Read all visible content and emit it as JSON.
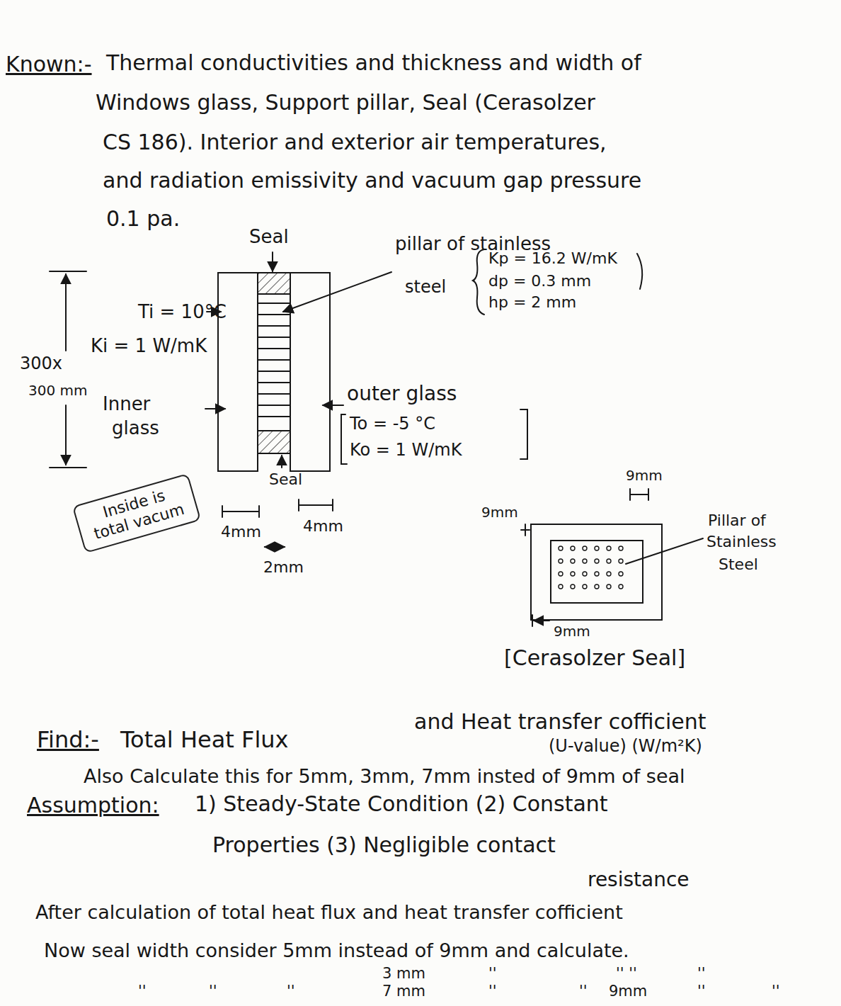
{
  "diagram": {
    "nodes": [
      {
        "text": [
          "Inside is total vacum"
        ]
      }
    ],
    "labels": [
      "Known:-",
      "Thermal conductivities and thickness and width of",
      "Windows glass, Support pillar, Seal (Cerasolzer",
      "CS 186). Interior and exterior air temperatures,",
      "and radiation emissivity and vacuum gap pressure",
      "0.1 pa.",
      "Seal",
      "Ti = 10°C",
      "Ki = 1 W/mK",
      "300x",
      "300 mm",
      "Inner",
      "glass",
      "pillar of stainless",
      "steel",
      "Kp = 16.2 W/mK",
      "dp = 0.3 mm",
      "hp = 2 mm",
      "outer glass",
      "To = -5 °C",
      "Ko = 1 W/mK",
      "Seal",
      "4mm",
      "4mm",
      "2mm",
      "9mm",
      "9mm",
      "9mm",
      "Pillar of",
      "Stainless",
      "Steel",
      "[Cerasolzer Seal]",
      "Find:-",
      "Total Heat Flux",
      "and Heat transfer cofficient",
      "(U-value) (W/m²K)",
      "Also Calculate this for 5mm, 3mm, 7mm insted of 9mm of seal",
      "Assumption:",
      "1) Steady-State Condition (2) Constant",
      "Properties (3) Negligible contact",
      "resistance",
      "After calculation of total heat flux and heat transfer cofficient",
      "Now seal width consider 5mm instead of 9mm and calculate.",
      "3 mm",
      "''",
      "'' ''",
      "''",
      "''",
      "''",
      "''",
      "7 mm",
      "''",
      "''",
      "9mm",
      "''",
      "''"
    ]
  }
}
